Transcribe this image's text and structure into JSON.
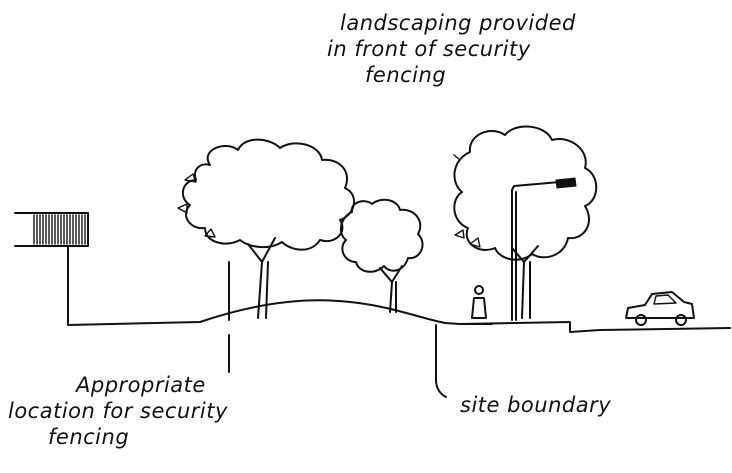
{
  "annotations": {
    "landscaping": [
      "landscaping provided",
      "in front of security",
      "fencing"
    ],
    "fencing_location": [
      "Appropriate",
      "location for security",
      "fencing"
    ],
    "site_boundary": "site boundary"
  },
  "colors": {
    "ink": "#111111",
    "background": "#ffffff"
  },
  "elements": {
    "left_building": "building-icon",
    "trees": [
      "tree-icon",
      "tree-icon",
      "tree-icon"
    ],
    "street_light": "street-light-icon",
    "person": "person-icon",
    "car": "car-icon"
  }
}
